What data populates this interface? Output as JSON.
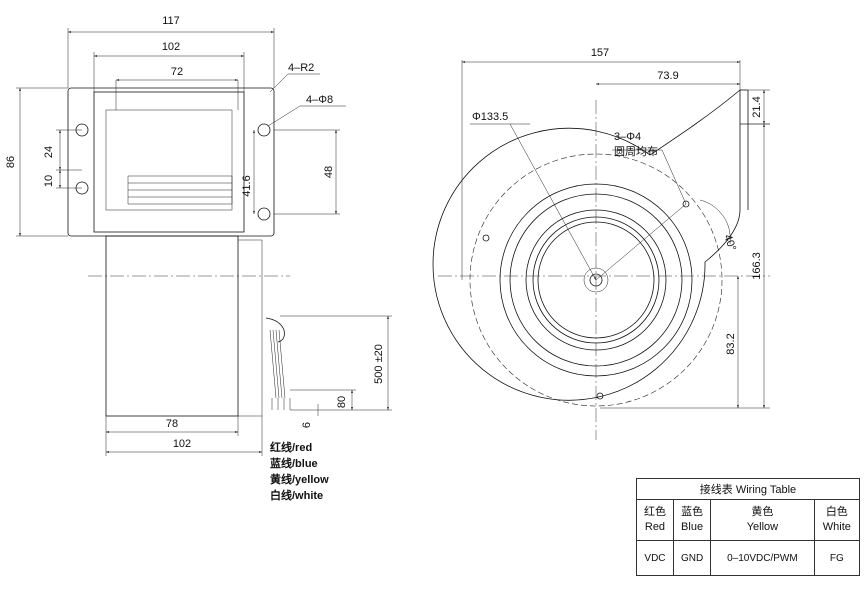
{
  "side_view": {
    "dims": {
      "d117": "117",
      "d102_top": "102",
      "d72": "72",
      "r": "4–R2",
      "holes": "4–Φ8",
      "d86": "86",
      "d24": "24",
      "d10": "10",
      "d41_6": "41.6",
      "d48": "48",
      "d500": "500 ±20",
      "d80": "80",
      "d6": "6",
      "d78": "78",
      "d102_bottom": "102"
    }
  },
  "front_view": {
    "dims": {
      "d157": "157",
      "d73_9": "73.9",
      "d21_4": "21.4",
      "dia": "Φ133.5",
      "mount_holes": "3–Φ4",
      "mount_note": "圆周均布",
      "angle": "40°",
      "d166_3": "166.3",
      "d83_2": "83.2"
    }
  },
  "wire_legend": [
    "红线/red",
    "蓝线/blue",
    "黄线/yellow",
    "白线/white"
  ],
  "wiring_table": {
    "title": "接线表 Wiring Table",
    "headers": [
      {
        "cn": "红色",
        "en": "Red"
      },
      {
        "cn": "蓝色",
        "en": "Blue"
      },
      {
        "cn": "黄色",
        "en": "Yellow"
      },
      {
        "cn": "白色",
        "en": "White"
      }
    ],
    "values": [
      "VDC",
      "GND",
      "0–10VDC/PWM",
      "FG"
    ]
  }
}
